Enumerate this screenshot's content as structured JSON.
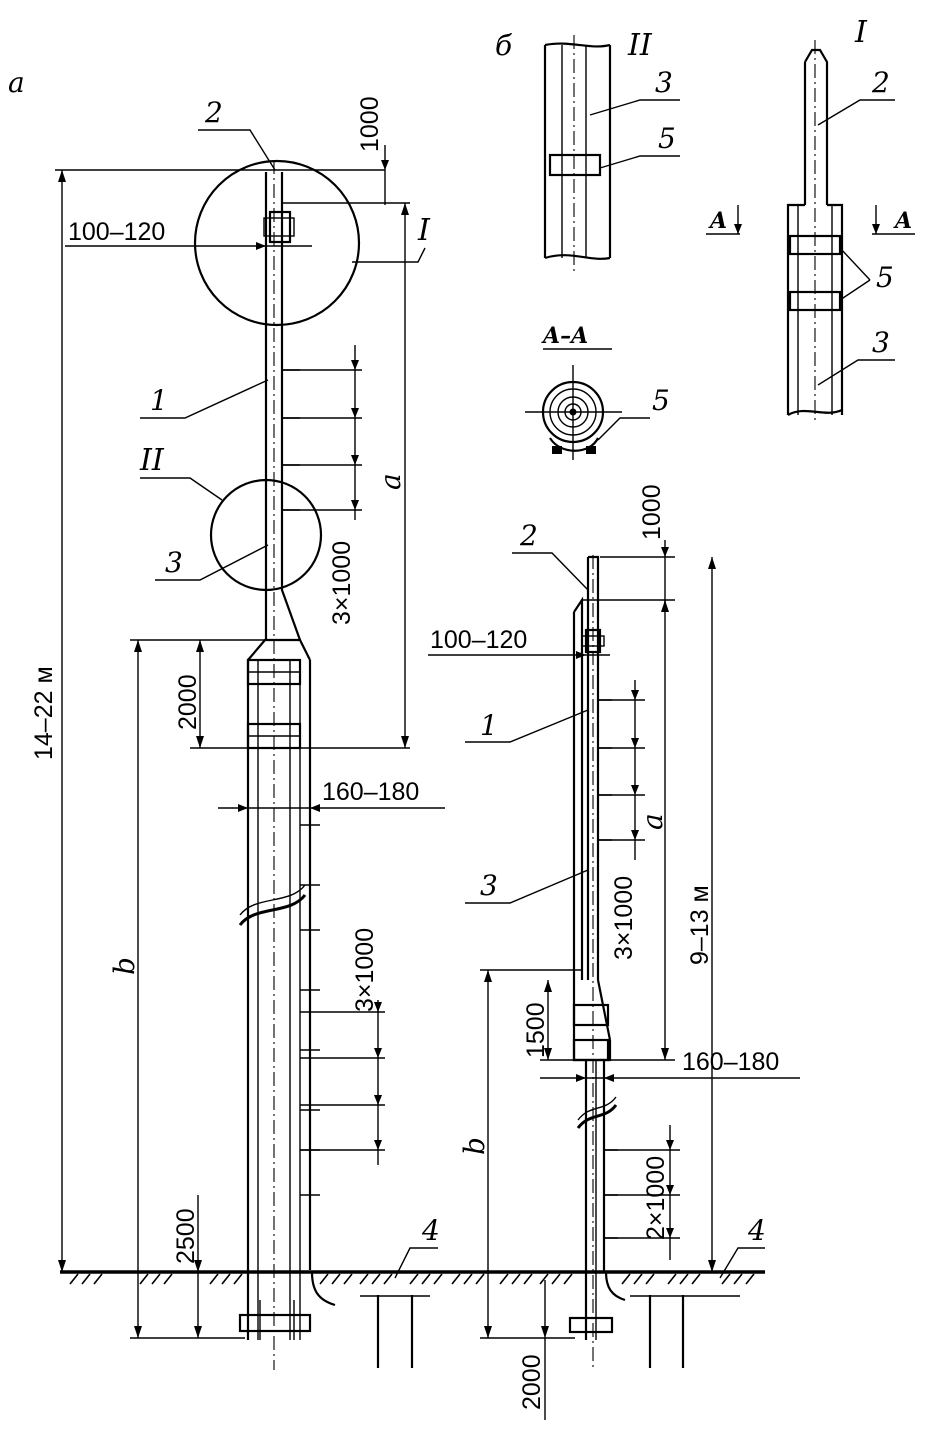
{
  "views": {
    "a": "а",
    "b": "б"
  },
  "callouts": {
    "one": "1",
    "two": "2",
    "three": "3",
    "four": "4",
    "five": "5",
    "detail_I": "I",
    "detail_II": "II"
  },
  "section": {
    "label": "A–A",
    "mark": "A"
  },
  "left_support": {
    "top_gap": "1000",
    "head_offset": "100–120",
    "total_height": "14–22 м",
    "upper_spacing": "3×1000",
    "upper_length": "a",
    "overlap": "2000",
    "butt_offset": "160–180",
    "lower_spacing": "3×1000",
    "lower_length": "b",
    "burial": "2500"
  },
  "right_support": {
    "top_gap": "1000",
    "head_offset": "100–120",
    "total_height": "9–13 м",
    "upper_spacing": "3×1000",
    "upper_length": "a",
    "overlap": "1500",
    "butt_offset": "160–180",
    "lower_spacing": "2×1000",
    "lower_length": "b",
    "burial": "2000"
  }
}
